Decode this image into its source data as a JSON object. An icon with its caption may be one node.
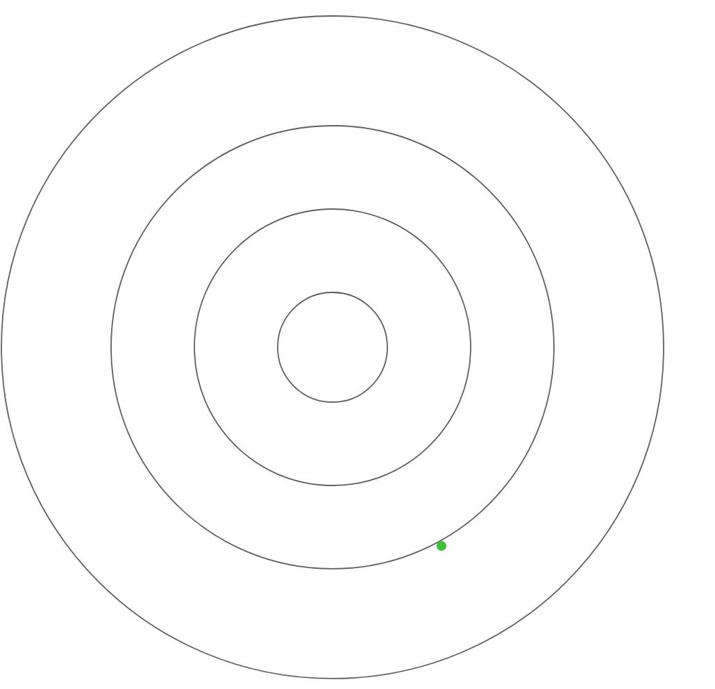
{
  "diagram": {
    "nodes": [
      {
        "text": [],
        "shape": "circle"
      },
      {
        "text": [],
        "shape": "circle",
        "in": 0
      },
      {
        "text": [],
        "shape": "circle",
        "in": 1
      },
      {
        "text": [],
        "shape": "circle",
        "in": 2
      },
      {
        "text": [],
        "shape": "circle",
        "in": 0
      }
    ]
  }
}
